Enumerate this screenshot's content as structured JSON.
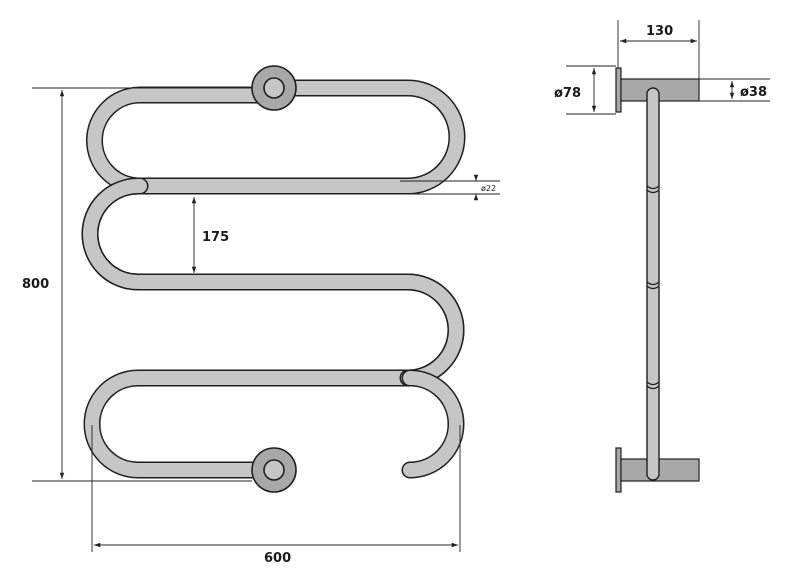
{
  "dimensions": {
    "height": "800",
    "width": "600",
    "spacing": "175",
    "tube_diameter": "ø22",
    "depth": "130",
    "flange_diameter": "ø78",
    "mount_diameter": "ø38"
  },
  "colors": {
    "tube_fill": "#c6c6c6",
    "outline": "#1f1f1f",
    "flange_fill": "#a8a8a8",
    "background": "#ffffff"
  }
}
